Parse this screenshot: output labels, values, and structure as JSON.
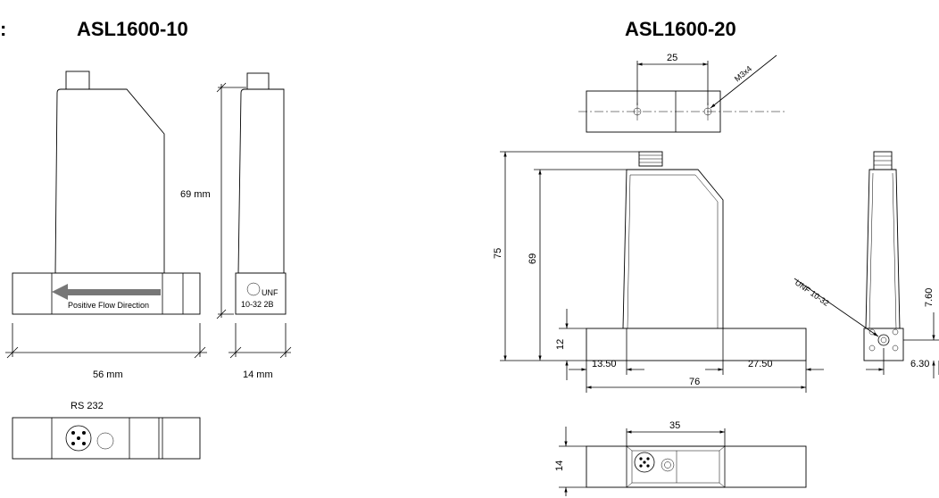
{
  "left": {
    "colon": ":",
    "title": "ASL1600-10",
    "dim_height": "69 mm",
    "dim_width": "56 mm",
    "dim_depth": "14 mm",
    "flow_label": "Positive Flow Direction",
    "port_label_1": "UNF",
    "port_label_2": "10-32 2B",
    "connector_label": "RS 232",
    "arrow_color": "#777777"
  },
  "right": {
    "title": "ASL1600-20",
    "dim_top_spacing": "25",
    "thread_label": "M3x4",
    "dim_overall_height": "75",
    "dim_body_height": "69",
    "dim_base_height": "12",
    "dim_left_offset": "13.50",
    "dim_right_offset": "27.50",
    "dim_length": "76",
    "dim_bottom_spacing": "35",
    "dim_bottom_height": "14",
    "port_thread_label": "UNF 10-32",
    "dim_side_height": "7.60",
    "dim_side_width": "6.30"
  }
}
